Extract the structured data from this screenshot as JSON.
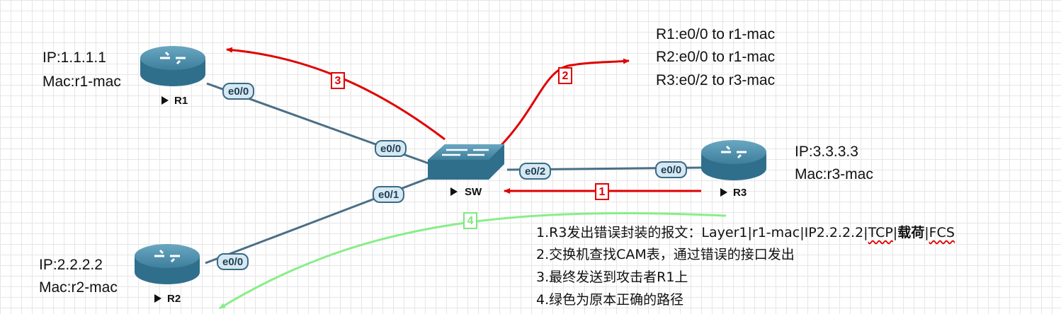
{
  "devices": {
    "r1": {
      "name": "R1",
      "ip": "IP:1.1.1.1",
      "mac": "Mac:r1-mac"
    },
    "r2": {
      "name": "R2",
      "ip": "IP:2.2.2.2",
      "mac": "Mac:r2-mac"
    },
    "r3": {
      "name": "R3",
      "ip": "IP:3.3.3.3",
      "mac": "Mac:r3-mac"
    },
    "sw": {
      "name": "SW"
    }
  },
  "interfaces": {
    "r1_e00": "e0/0",
    "sw_e00": "e0/0",
    "sw_e01": "e0/1",
    "sw_e02": "e0/2",
    "r2_e00": "e0/0",
    "r3_e00": "e0/0"
  },
  "cam_table": [
    "R1:e0/0 to r1-mac",
    "R2:e0/0 to r1-mac",
    "R3:e0/2 to r3-mac"
  ],
  "steps": {
    "s1": "1",
    "s2": "2",
    "s3": "3",
    "s4": "4"
  },
  "notes": {
    "line1": {
      "prefix": "1.R3发出错误封装的报文：Layer1|r1-mac|IP2.2.2.2|",
      "tcp": "TCP",
      "sep1": "|",
      "payload": "载荷",
      "sep2": "|",
      "fcs": "FCS"
    },
    "line2": "2.交换机查找CAM表，通过错误的接口发出",
    "line3": "3.最终发送到攻击者R1上",
    "line4": "4.绿色为原本正确的路径"
  },
  "colors": {
    "link": "#4a6f86",
    "attack_path": "#e00000",
    "correct_path": "#88ee88",
    "device_fill": "#3e7f9c"
  }
}
